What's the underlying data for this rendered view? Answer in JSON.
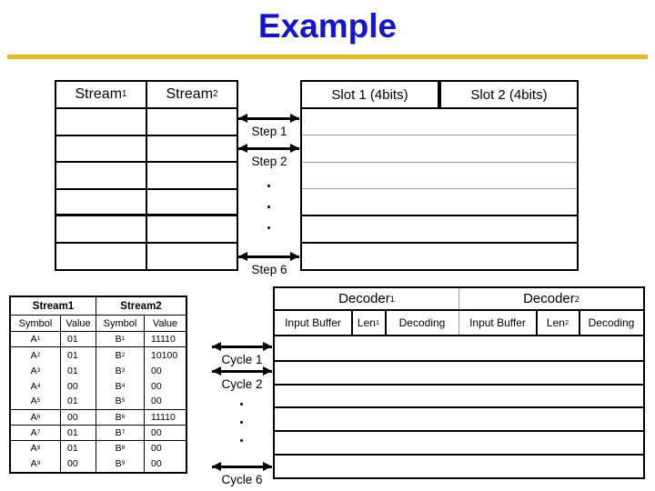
{
  "title": "Example",
  "colors": {
    "title_blue": "#1414CC",
    "accent_gold": "#E9B62C",
    "light_grid": "#A0A0A0"
  },
  "stream_table": {
    "headers": [
      {
        "t": "Stream",
        "s": "1"
      },
      {
        "t": "Stream",
        "s": "2"
      }
    ],
    "empty_rows": 6
  },
  "steps": {
    "labels": [
      "Step 1",
      "Step 2",
      "Step 6"
    ],
    "ellipsis": "..."
  },
  "slot_table": {
    "headers": [
      "Slot 1 (4bits)",
      "Slot 2 (4bits)"
    ],
    "empty_rows": 6
  },
  "symbol_table": {
    "group_headers": [
      "Stream1",
      "Stream2"
    ],
    "col_headers": [
      "Symbol",
      "Value",
      "Symbol",
      "Value"
    ],
    "rows": [
      {
        "sym1": {
          "t": "A",
          "s": "1"
        },
        "val1": "01",
        "sym2": {
          "t": "B",
          "s": "1"
        },
        "val2": "11110"
      },
      {
        "sym1": {
          "t": "A",
          "s": "2"
        },
        "val1": "01",
        "sym2": {
          "t": "B",
          "s": "2"
        },
        "val2": "10100"
      },
      {
        "sym1": {
          "t": "A",
          "s": "3"
        },
        "val1": "01",
        "sym2": {
          "t": "B",
          "s": "3"
        },
        "val2": "00"
      },
      {
        "sym1": {
          "t": "A",
          "s": "4"
        },
        "val1": "00",
        "sym2": {
          "t": "B",
          "s": "4"
        },
        "val2": "00"
      },
      {
        "sym1": {
          "t": "A",
          "s": "5"
        },
        "val1": "01",
        "sym2": {
          "t": "B",
          "s": "5"
        },
        "val2": "00"
      },
      {
        "sym1": {
          "t": "A",
          "s": "6"
        },
        "val1": "00",
        "sym2": {
          "t": "B",
          "s": "6"
        },
        "val2": "11110"
      },
      {
        "sym1": {
          "t": "A",
          "s": "7"
        },
        "val1": "01",
        "sym2": {
          "t": "B",
          "s": "7"
        },
        "val2": "00"
      },
      {
        "sym1": {
          "t": "A",
          "s": "8"
        },
        "val1": "01",
        "sym2": {
          "t": "B",
          "s": "8"
        },
        "val2": "00"
      },
      {
        "sym1": {
          "t": "A",
          "s": "9"
        },
        "val1": "00",
        "sym2": {
          "t": "B",
          "s": "9"
        },
        "val2": "00"
      }
    ]
  },
  "cycles": {
    "labels": [
      "Cycle 1",
      "Cycle 2",
      "Cycle 6"
    ],
    "ellipsis": "..."
  },
  "decoder_table": {
    "group_headers": [
      {
        "t": "Decoder",
        "s": "1"
      },
      {
        "t": "Decoder",
        "s": "2"
      }
    ],
    "col_headers": [
      {
        "t": "Input Buffer",
        "s": ""
      },
      {
        "t": "Len",
        "s": "1"
      },
      {
        "t": "Decoding",
        "s": ""
      },
      {
        "t": "Input Buffer",
        "s": ""
      },
      {
        "t": "Len",
        "s": "2"
      },
      {
        "t": "Decoding",
        "s": ""
      }
    ],
    "empty_rows": 6
  }
}
